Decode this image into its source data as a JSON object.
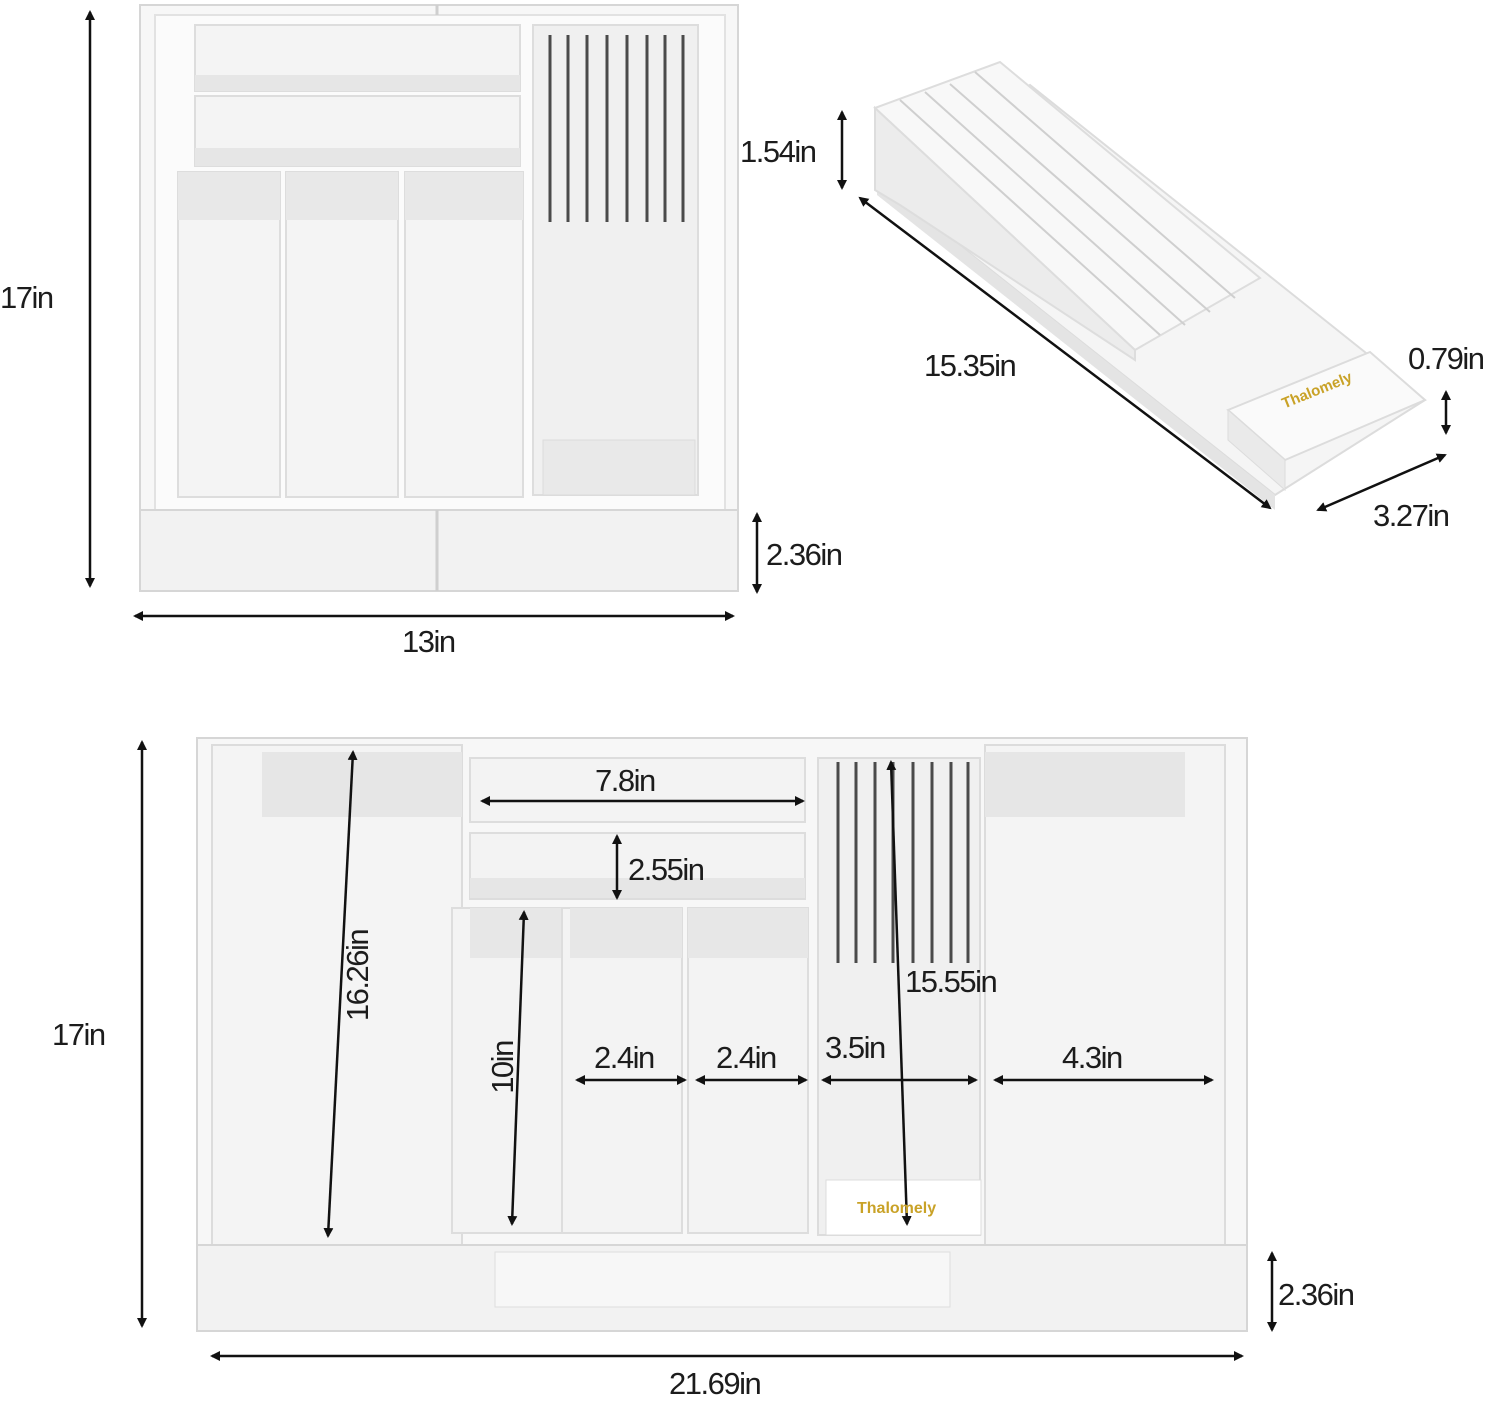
{
  "brand": "Thalomely",
  "colors": {
    "tray": "#f7f7f7",
    "edge": "#d4d4d4",
    "shadow": "#e6e6e6",
    "arrow": "#111111",
    "brand": "#c9a227",
    "slot": "#4a4a4a"
  },
  "top_left_view": {
    "height_label": "17in",
    "depth_label": "2.36in",
    "width_label": "13in"
  },
  "knife_block_view": {
    "height_label": "1.54in",
    "length_label": "15.35in",
    "base_height_label": "0.79in",
    "width_label": "3.27in"
  },
  "expanded_view": {
    "compartment_top_width_label": "7.8in",
    "compartment_small_height_label": "2.55in",
    "side_length_label": "16.26in",
    "knife_length_label": "15.55in",
    "utensil_length_label": "10in",
    "slot_width_a_label": "2.4in",
    "slot_width_b_label": "2.4in",
    "knife_width_label": "3.5in",
    "side_width_label": "4.3in",
    "height_label": "17in",
    "depth_label": "2.36in",
    "width_label": "21.69in"
  }
}
